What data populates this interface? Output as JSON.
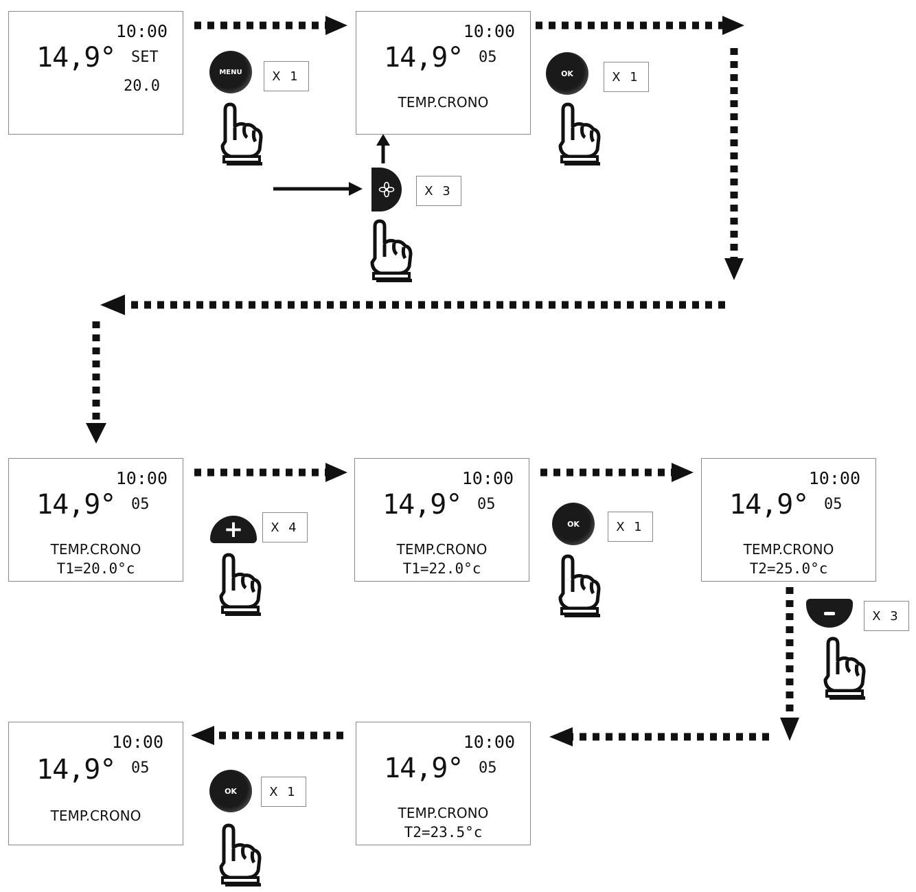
{
  "screens": [
    {
      "time": "10:00",
      "temp": "14,9°",
      "side": "SET",
      "side2": "20.0",
      "line1": "",
      "line2": ""
    },
    {
      "time": "10:00",
      "temp": "14,9°",
      "side": "05",
      "side2": "",
      "line1": "TEMP.CRONO",
      "line2": ""
    },
    {
      "time": "10:00",
      "temp": "14,9°",
      "side": "05",
      "side2": "",
      "line1": "TEMP.CRONO",
      "line2": "T1=20.0°c"
    },
    {
      "time": "10:00",
      "temp": "14,9°",
      "side": "05",
      "side2": "",
      "line1": "TEMP.CRONO",
      "line2": "T1=22.0°c"
    },
    {
      "time": "10:00",
      "temp": "14,9°",
      "side": "05",
      "side2": "",
      "line1": "TEMP.CRONO",
      "line2": "T2=25.0°c"
    },
    {
      "time": "10:00",
      "temp": "14,9°",
      "side": "05",
      "side2": "",
      "line1": "TEMP.CRONO",
      "line2": "T2=23.5°c"
    },
    {
      "time": "10:00",
      "temp": "14,9°",
      "side": "05",
      "side2": "",
      "line1": "TEMP.CRONO",
      "line2": ""
    }
  ],
  "steps": [
    {
      "button": "MENU",
      "count": "X 1"
    },
    {
      "button": "fan",
      "count": "X 3"
    },
    {
      "button": "OK",
      "count": "X 1"
    },
    {
      "button": "+",
      "count": "X 4"
    },
    {
      "button": "OK",
      "count": "X 1"
    },
    {
      "button": "-",
      "count": "X 3"
    },
    {
      "button": "OK",
      "count": "X 1"
    }
  ],
  "colors": {
    "ink": "#111111",
    "button": "#1a1a1a",
    "frame": "#888888"
  }
}
